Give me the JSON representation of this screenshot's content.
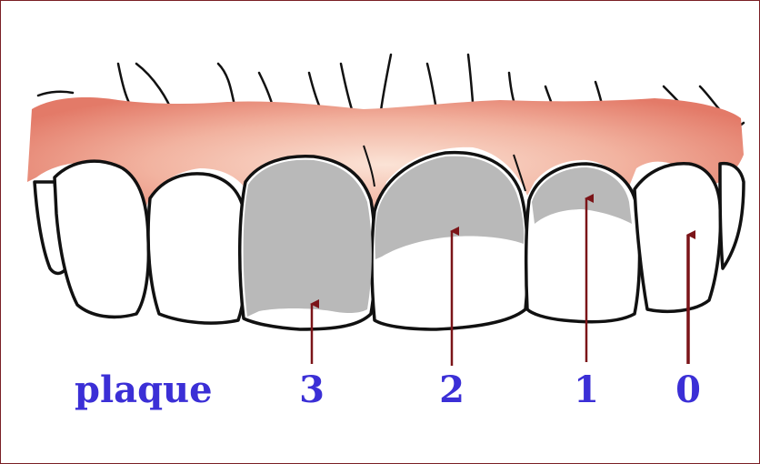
{
  "title_label": "plaque",
  "scores": [
    {
      "label": "3"
    },
    {
      "label": "2"
    },
    {
      "label": "1"
    },
    {
      "label": "0"
    }
  ],
  "colors": {
    "label": "#3b2fd6",
    "arrow": "#7b1418",
    "plaque": "#b9b9b9",
    "gum": "#f2b3a0",
    "gum_dark": "#e07a66",
    "outline": "#111111",
    "frame": "#7a1f25"
  }
}
